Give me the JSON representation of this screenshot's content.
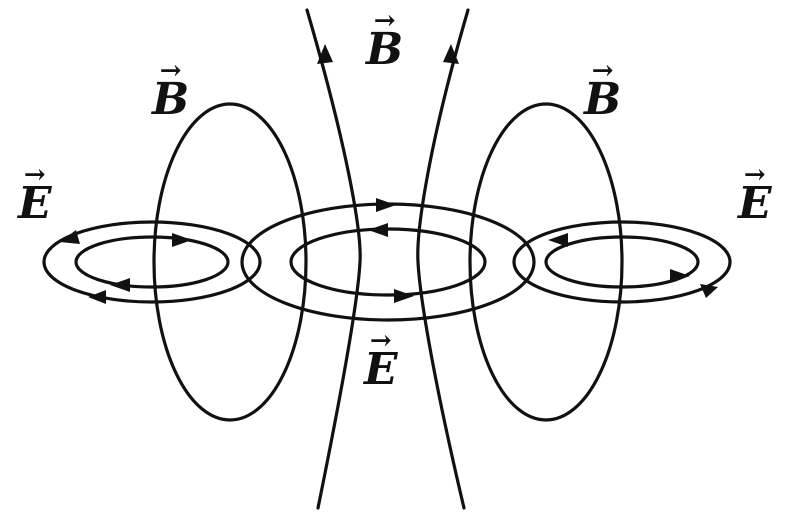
{
  "figure": {
    "labels": {
      "b_top": "B",
      "b_left": "B",
      "b_right": "B",
      "e_left": "E",
      "e_right": "E",
      "e_bottom": "E"
    },
    "vector_symbol": "→",
    "stroke_color": "#111111",
    "background": "#ffffff"
  }
}
